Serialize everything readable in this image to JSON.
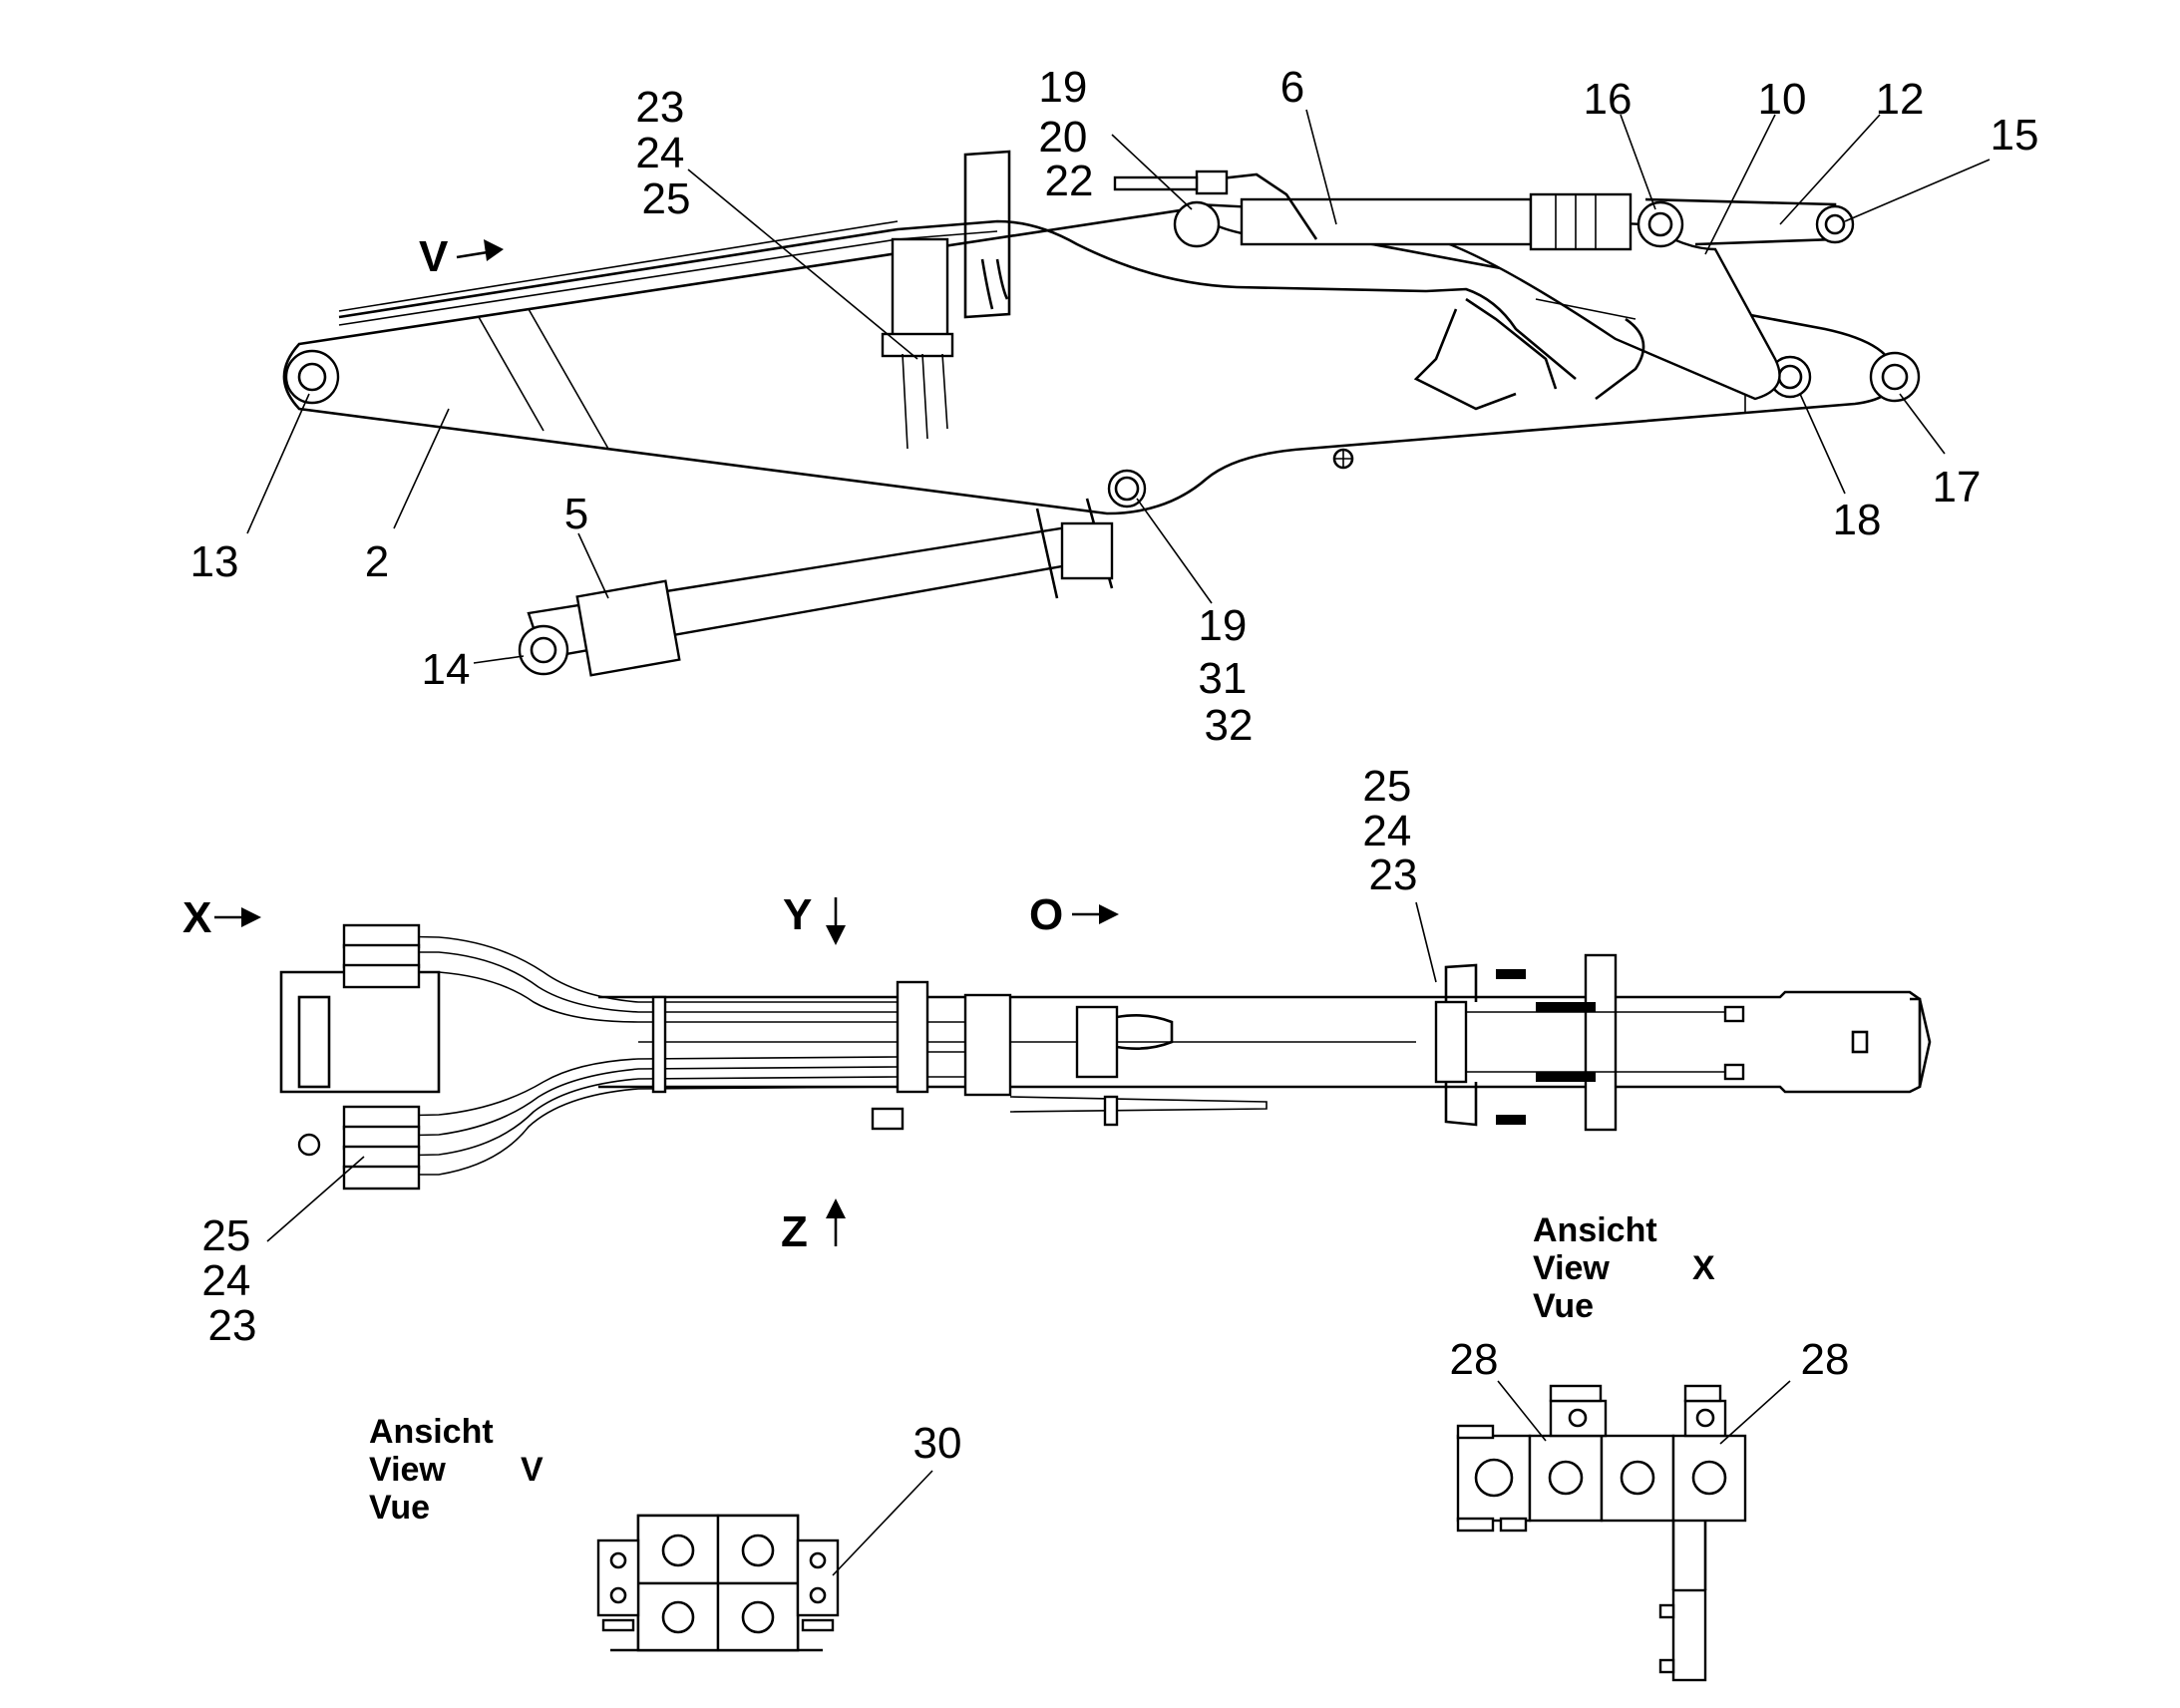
{
  "side_view": {
    "view_v": "V",
    "labels": {
      "top_a": [
        "23",
        "24",
        "25"
      ],
      "top_b": [
        "19",
        "20",
        "22"
      ],
      "l6": "6",
      "l16": "16",
      "l10": "10",
      "l12": "12",
      "l15": "15",
      "l13": "13",
      "l2": "2",
      "l5": "5",
      "l14": "14",
      "bottom_a": [
        "19",
        "31",
        "32"
      ],
      "l18": "18",
      "l17": "17"
    }
  },
  "top_view": {
    "view_x": "X",
    "view_y": "Y",
    "view_o": "O",
    "view_z": "Z",
    "labels_right": [
      "25",
      "24",
      "23"
    ],
    "labels_left": [
      "25",
      "24",
      "23"
    ]
  },
  "detail_v": {
    "title_lines": [
      "Ansicht",
      "View",
      "Vue"
    ],
    "view_letter": "V",
    "label": "30"
  },
  "detail_x": {
    "title_lines": [
      "Ansicht",
      "View",
      "Vue"
    ],
    "view_letter": "X",
    "label_left": "28",
    "label_right": "28"
  }
}
